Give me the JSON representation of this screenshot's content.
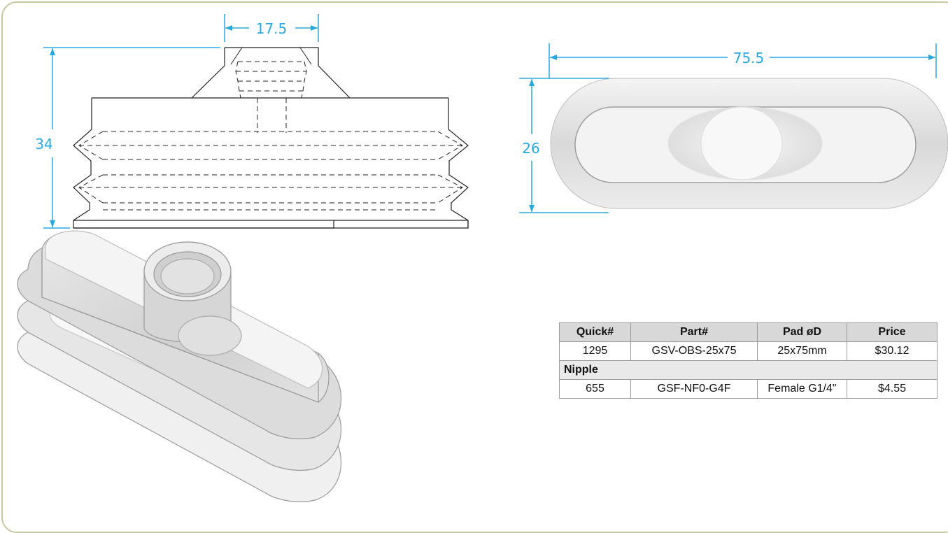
{
  "dimensions": {
    "top_width": "17.5",
    "overall_height": "34",
    "length": "75.5",
    "width": "26"
  },
  "colors": {
    "dimension": "#29a8e0",
    "frame": "#c6c8a0",
    "header_bg": "#d8d8d8"
  },
  "table": {
    "headers": [
      "Quick#",
      "Part#",
      "Pad øD",
      "Price"
    ],
    "rows": [
      {
        "quick": "1295",
        "part": "GSV-OBS-25x75",
        "pad": "25x75mm",
        "price": "$30.12"
      }
    ],
    "section_label": "Nipple",
    "section_rows": [
      {
        "quick": "655",
        "part": "GSF-NF0-G4F",
        "pad": "Female G1/4\"",
        "price": "$4.55"
      }
    ]
  }
}
